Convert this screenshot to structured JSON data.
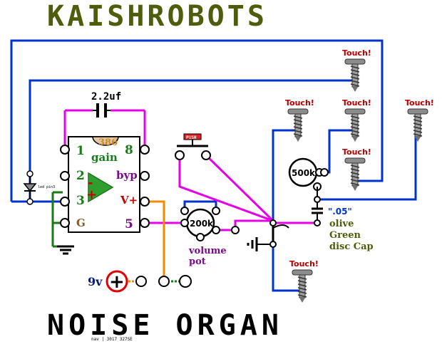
{
  "header": {
    "title": "KAISHROBOTS"
  },
  "footer": {
    "title": "NOISE ORGAN",
    "credit": "nav | 3017 327SE"
  },
  "capacitor_top": {
    "value": "2.2uf"
  },
  "chip": {
    "part": "386",
    "gain_label": "gain",
    "pins": {
      "p1": "1",
      "p8": "8",
      "p2": "2",
      "p3": "3",
      "pG": "G",
      "p5": "5"
    },
    "byp_label": "byp",
    "vplus_label": "V+",
    "minus_sign": "-",
    "plus_sign": "+"
  },
  "push_switch": {
    "label": "PUSH"
  },
  "pot_volume": {
    "value": "200k",
    "caption_line1": "volume",
    "caption_line2": "pot"
  },
  "pot_500k": {
    "value": "500k"
  },
  "disc_cap": {
    "value": "\".05\"",
    "line1": "olive",
    "line2": "Green",
    "line3": "disc Cap"
  },
  "battery": {
    "label": "9v",
    "symbol": "+"
  },
  "led_tiny_text": "led pin3",
  "touch_labels": [
    "Touch!",
    "Touch!",
    "Touch!",
    "Touch!",
    "Touch!",
    "Touch!"
  ],
  "colors": {
    "title_green": "#4d5d0c",
    "blue_wire": "#0033cc",
    "magenta_wire": "#e600e6",
    "green_wire": "#177a17",
    "orange_wire": "#f08c00",
    "label_purple": "#7a0a8c",
    "touch_red": "#b30000",
    "chip_green": "#1c7a1c"
  }
}
